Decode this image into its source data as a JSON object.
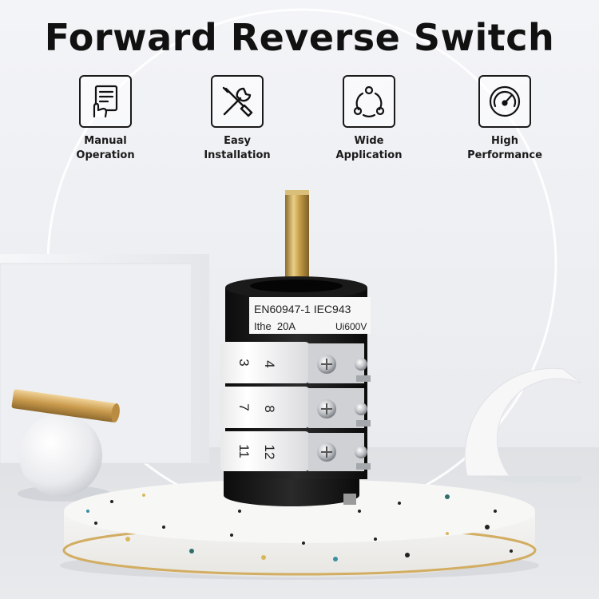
{
  "title": "Forward Reverse Switch",
  "features": [
    {
      "icon": "manual-hand-document-icon",
      "line1": "Manual",
      "line2": "Operation"
    },
    {
      "icon": "tools-wrench-screwdriver-icon",
      "line1": "Easy",
      "line2": "Installation"
    },
    {
      "icon": "cycle-nodes-icon",
      "line1": "Wide",
      "line2": "Application"
    },
    {
      "icon": "gauge-speedometer-icon",
      "line1": "High",
      "line2": "Performance"
    }
  ],
  "product": {
    "standard_text": "EN60947-1 IEC943",
    "rating_current": "Ithe  20A",
    "rating_voltage": "Ui600V",
    "terminals": {
      "deck1": [
        "3",
        "4"
      ],
      "deck2": [
        "7",
        "8"
      ],
      "deck3": [
        "11",
        "12"
      ]
    }
  },
  "colors": {
    "background": "#eef0f3",
    "switch_body": "#111111",
    "label_white": "#f7f7f7",
    "shaft_brass": "#c9a24a",
    "gold_bar": "#caa15a",
    "pedestal_rim": "#d4b06a"
  }
}
